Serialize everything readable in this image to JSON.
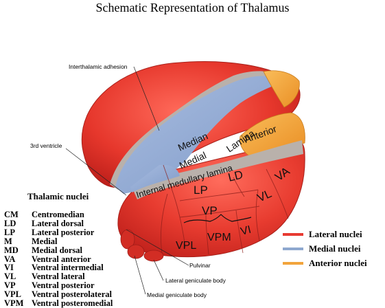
{
  "title": "Schematic Representation of Thalamus",
  "heading": "Thalamic nuclei",
  "callouts": {
    "interthalamic": "Interthalamic adhesion",
    "third_ventricle": "3rd ventricle",
    "pulvinar": "Pulvinar",
    "lateral_geniculate": "Lateral geniculate body",
    "medial_geniculate": "Medial geniculate body"
  },
  "regions": {
    "median": "Median",
    "medial": "Medial",
    "lamina": "Lamina",
    "anterior": "Anterior",
    "internal": "Internal medullary lamina",
    "lp": "LP",
    "ld": "LD",
    "vl": "VL",
    "va": "VA",
    "vp": "VP",
    "vpl": "VPL",
    "vpm": "VPM",
    "vi": "VI"
  },
  "abbreviations": [
    {
      "code": "CM",
      "name": "Centromedian"
    },
    {
      "code": "LD",
      "name": "Lateral dorsal"
    },
    {
      "code": "LP",
      "name": "Lateral posterior"
    },
    {
      "code": "M",
      "name": "Medial"
    },
    {
      "code": "MD",
      "name": "Medial dorsal"
    },
    {
      "code": "VA",
      "name": "Ventral anterior"
    },
    {
      "code": "VI",
      "name": "Ventral intermedial"
    },
    {
      "code": "VL",
      "name": "Ventral lateral"
    },
    {
      "code": "VP",
      "name": "Ventral posterior"
    },
    {
      "code": "VPL",
      "name": "Ventral posterolateral"
    },
    {
      "code": "VPM",
      "name": "Ventral posteromedial"
    }
  ],
  "legend": [
    {
      "label": "Lateral nuclei",
      "color": "#e83a32"
    },
    {
      "label": "Medial nuclei",
      "color": "#8ea8cf"
    },
    {
      "label": "Anterior nuclei",
      "color": "#f2a43c"
    }
  ],
  "colors": {
    "lateral": "#e8453a",
    "lateral_dark": "#c4221d",
    "medial": "#8fa9d3",
    "anterior": "#f4a73f",
    "lamina": "#b9b1ab"
  }
}
